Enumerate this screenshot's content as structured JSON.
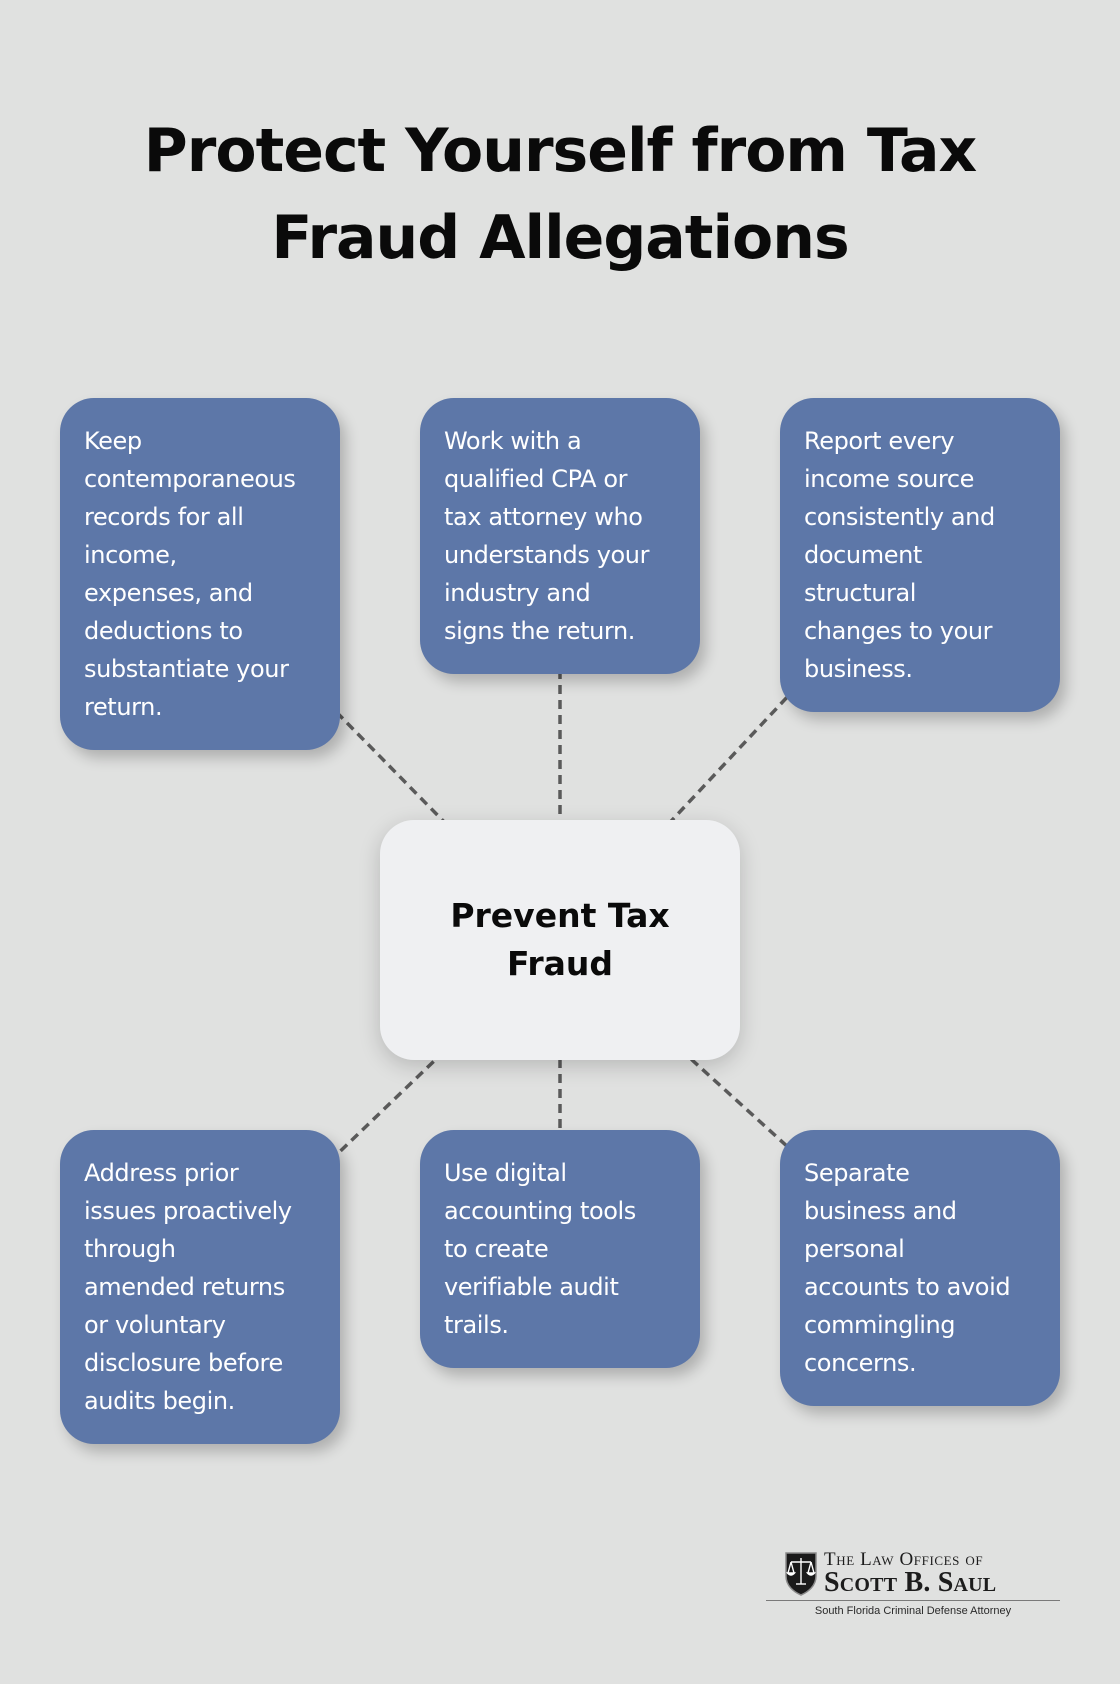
{
  "title": {
    "lines": [
      "Protect Yourself from Tax",
      "Fraud Allegations"
    ]
  },
  "center": {
    "lines": [
      "Prevent Tax",
      "Fraud"
    ]
  },
  "cards": [
    {
      "position": "top-left",
      "text": "Keep contemporaneous records for all income, expenses, and deductions to substantiate your return.",
      "lines": [
        "Keep",
        "contemporaneous",
        "records for all",
        "income,",
        "expenses, and",
        "deductions to",
        "substantiate your",
        "return."
      ]
    },
    {
      "position": "top-center",
      "text": "Work with a qualified CPA or tax attorney who understands your industry and signs the return.",
      "lines": [
        "Work with a",
        "qualified CPA or",
        "tax attorney who",
        "understands your",
        "industry and",
        "signs the return."
      ]
    },
    {
      "position": "top-right",
      "text": "Report every income source consistently and document structural changes to your business.",
      "lines": [
        "Report every",
        "income source",
        "consistently and",
        "document",
        "structural",
        "changes to your",
        "business."
      ]
    },
    {
      "position": "bottom-left",
      "text": "Address prior issues proactively through amended returns or voluntary disclosure before audits begin.",
      "lines": [
        "Address prior",
        "issues proactively",
        "through",
        "amended returns",
        "or voluntary",
        "disclosure before",
        "audits begin."
      ]
    },
    {
      "position": "bottom-center",
      "text": "Use digital accounting tools to create verifiable audit trails.",
      "lines": [
        "Use digital",
        "accounting tools",
        "to create",
        "verifiable audit",
        "trails."
      ]
    },
    {
      "position": "bottom-right",
      "text": "Separate business and personal accounts to avoid commingling concerns.",
      "lines": [
        "Separate",
        "business and",
        "personal",
        "accounts to avoid",
        "commingling",
        "concerns."
      ]
    }
  ],
  "logo": {
    "line1": "The Law Offices of",
    "line2": "Scott B. Saul",
    "tagline": "South Florida Criminal Defense Attorney",
    "icon": "scales-of-justice-shield-icon"
  },
  "colors": {
    "background": "#e0e1e0",
    "card": "#5d77a8",
    "center": "#eff0f2",
    "connector": "#5a5a5a",
    "text_dark": "#0a0a0a",
    "text_light": "#ffffff"
  }
}
